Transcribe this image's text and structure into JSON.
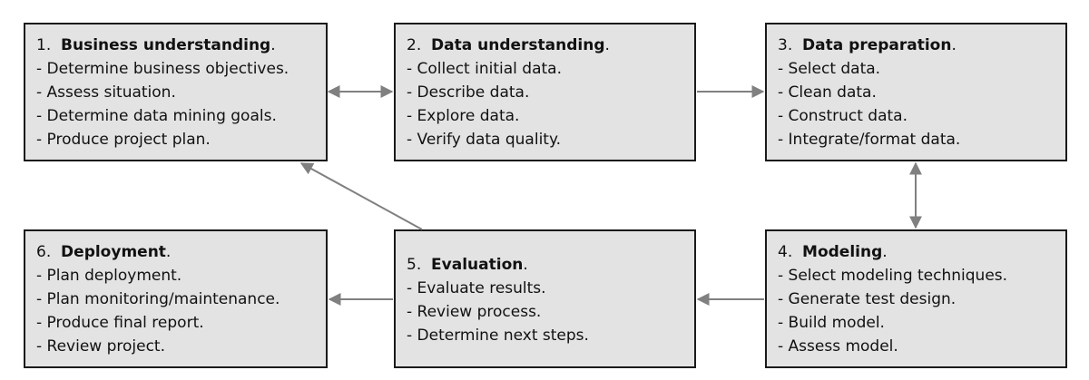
{
  "diagram": {
    "arrow_color": "#808080",
    "box_fill": "#e3e3e3",
    "box_border": "#1a1a1a",
    "boxes": [
      {
        "number": "1.",
        "name": "Business understanding",
        "suffix": ".",
        "items": [
          "- Determine business objectives.",
          "- Assess situation.",
          "- Determine data mining goals.",
          "- Produce project plan."
        ]
      },
      {
        "number": "2.",
        "name": "Data understanding",
        "suffix": ".",
        "items": [
          "- Collect initial data.",
          "- Describe data.",
          "- Explore data.",
          "- Verify data quality."
        ]
      },
      {
        "number": "3.",
        "name": "Data preparation",
        "suffix": ".",
        "items": [
          "- Select data.",
          "- Clean data.",
          "- Construct data.",
          "- Integrate/format data."
        ]
      },
      {
        "number": "4.",
        "name": "Modeling",
        "suffix": ".",
        "items": [
          "- Select modeling techniques.",
          "- Generate test design.",
          "- Build model.",
          "- Assess model."
        ]
      },
      {
        "number": "5.",
        "name": "Evaluation",
        "suffix": ".",
        "items": [
          "- Evaluate results.",
          "- Review process.",
          "- Determine next steps."
        ]
      },
      {
        "number": "6.",
        "name": "Deployment",
        "suffix": ".",
        "items": [
          "- Plan deployment.",
          "- Plan monitoring/maintenance.",
          "- Produce final report.",
          "- Review project."
        ]
      }
    ]
  }
}
